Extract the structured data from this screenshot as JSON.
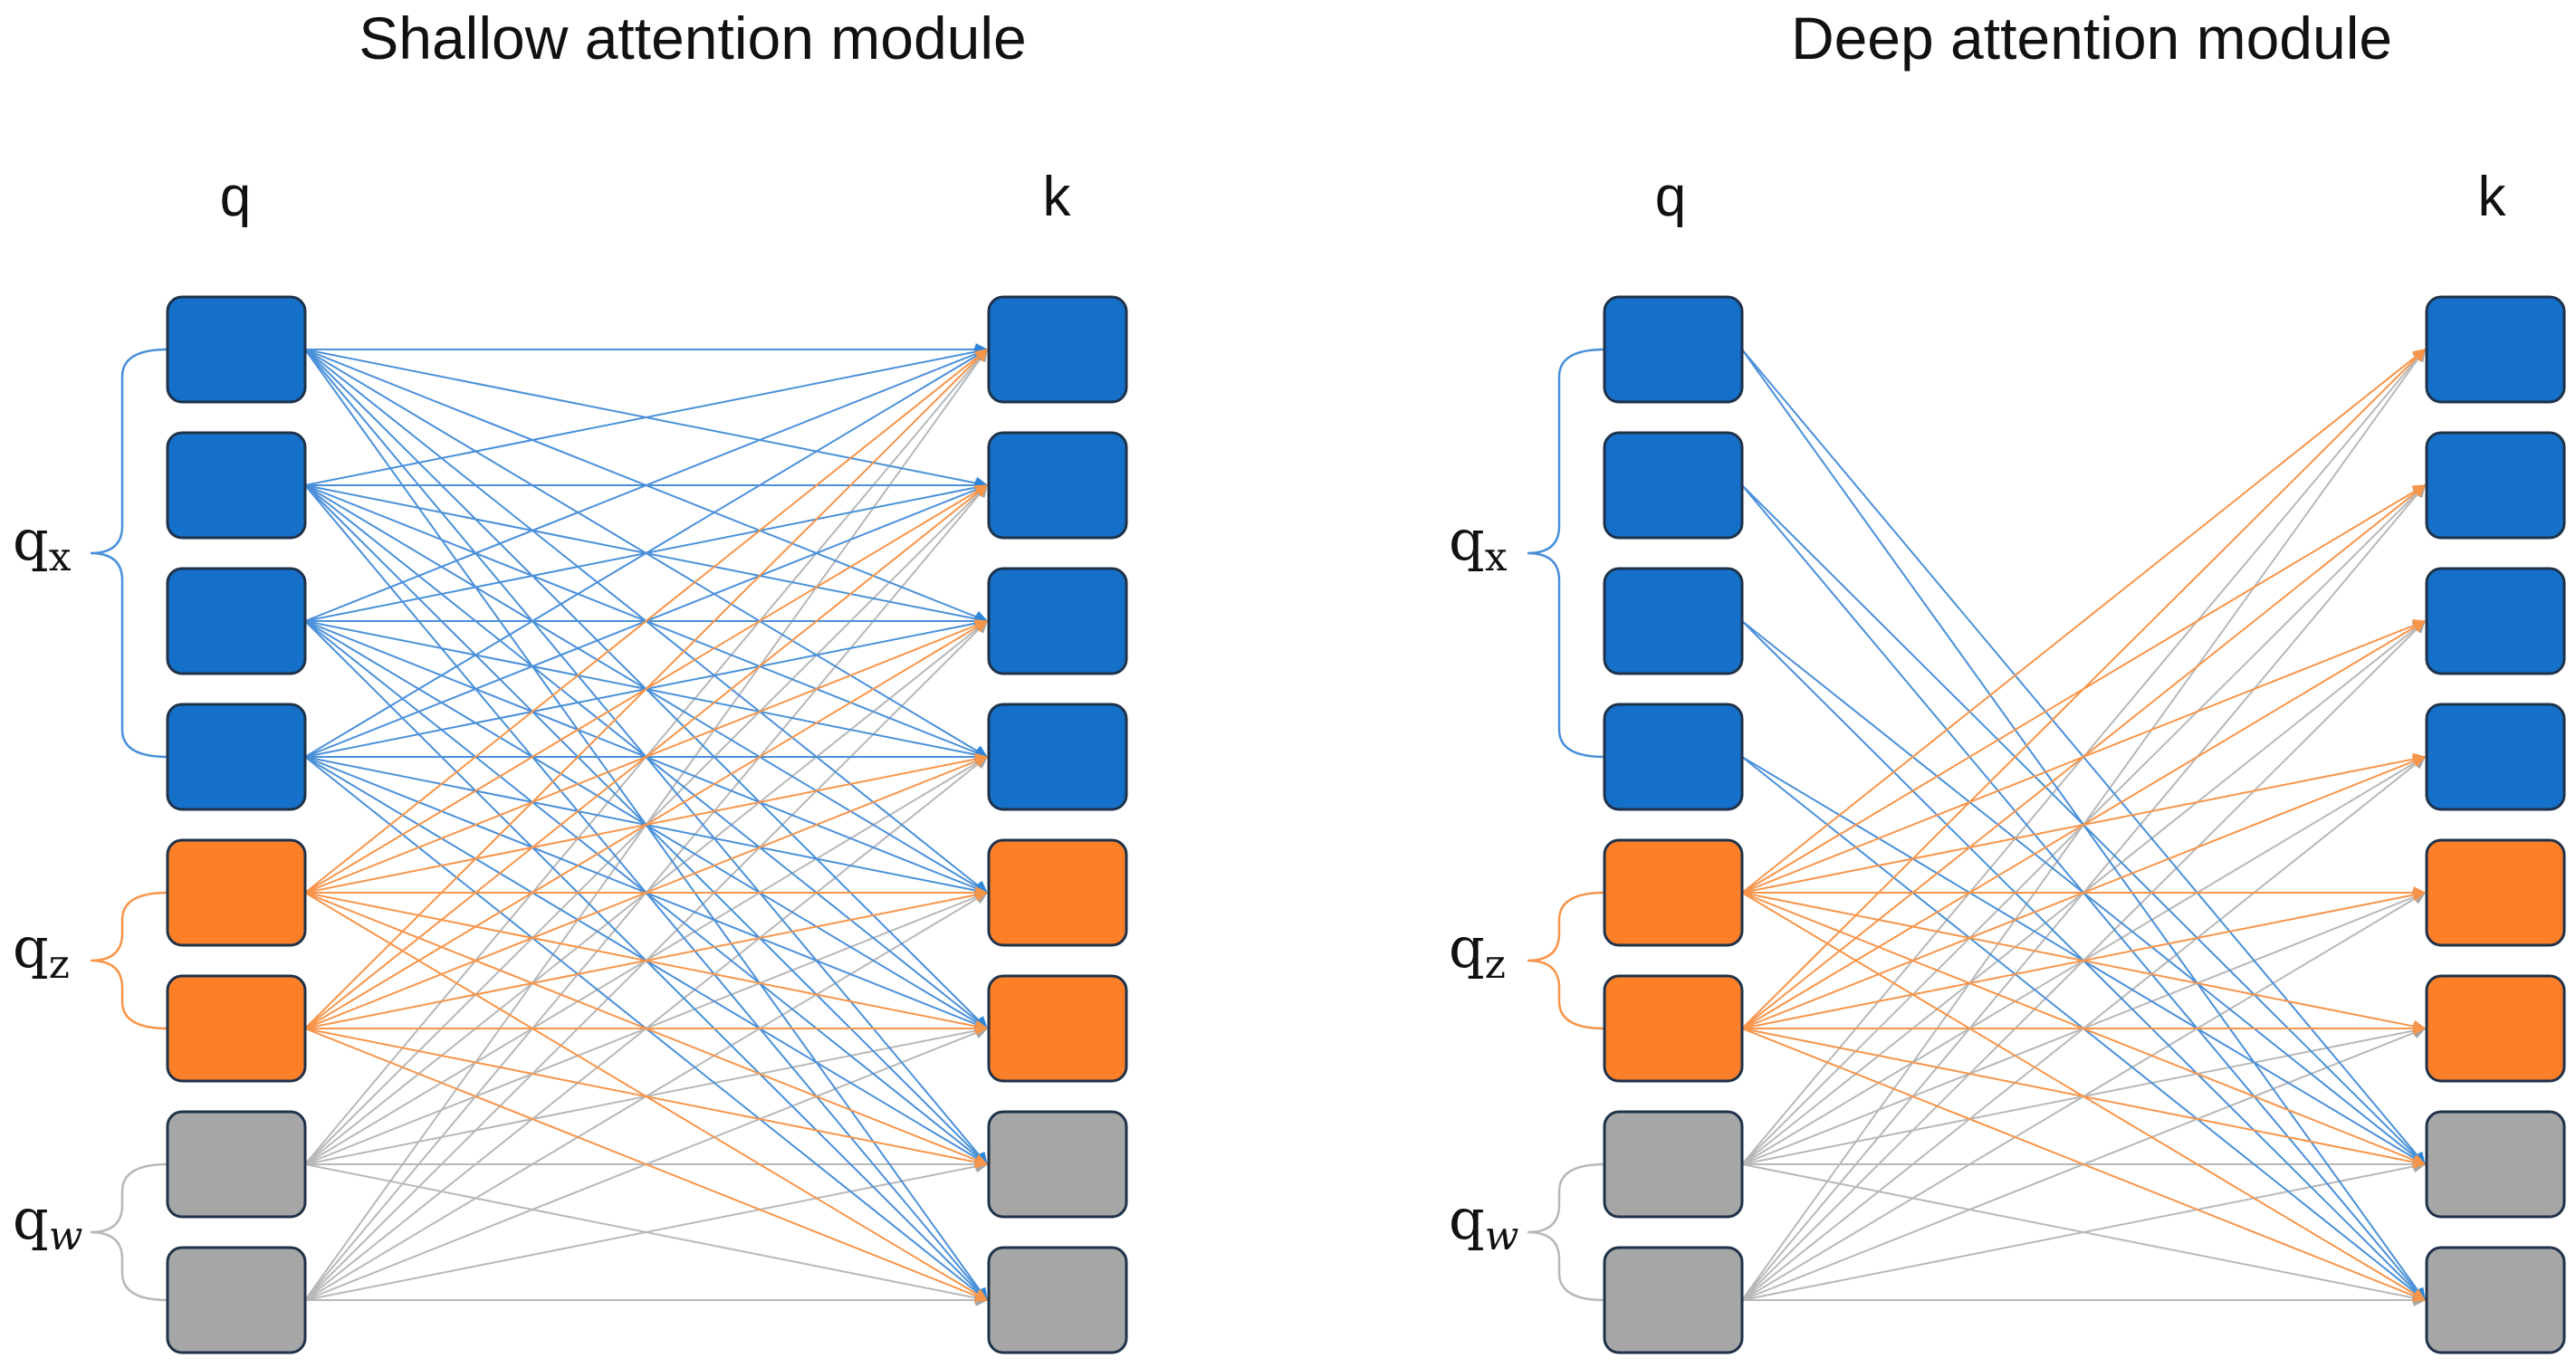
{
  "colors": {
    "x": "#1470c8",
    "z": "#fd7f28",
    "w": "#a6a6a6",
    "outline": "#1f3249",
    "line_x": "#4a90d9",
    "line_z": "#f7954a",
    "line_w": "#b8b8b8"
  },
  "panels": [
    {
      "title": "Shallow attention module",
      "q_label": "q",
      "k_label": "k",
      "groups": [
        {
          "main": "q",
          "sub": "x",
          "italic": false
        },
        {
          "main": "q",
          "sub": "z",
          "italic": false
        },
        {
          "main": "q",
          "sub": "w",
          "italic": true
        }
      ]
    },
    {
      "title": "Deep attention module",
      "q_label": "q",
      "k_label": "k",
      "groups": [
        {
          "main": "q",
          "sub": "x",
          "italic": false
        },
        {
          "main": "q",
          "sub": "z",
          "italic": false
        },
        {
          "main": "q",
          "sub": "w",
          "italic": true
        }
      ]
    }
  ],
  "token_groups": [
    "x",
    "x",
    "x",
    "x",
    "z",
    "z",
    "w",
    "w"
  ],
  "connectivity": {
    "shallow": {
      "x": [
        "x",
        "z",
        "w"
      ],
      "z": [
        "x",
        "z",
        "w"
      ],
      "w": [
        "x",
        "z",
        "w"
      ]
    },
    "deep": {
      "x": [
        "w"
      ],
      "z": [
        "x",
        "z",
        "w"
      ],
      "w": [
        "x",
        "z",
        "w"
      ]
    }
  }
}
